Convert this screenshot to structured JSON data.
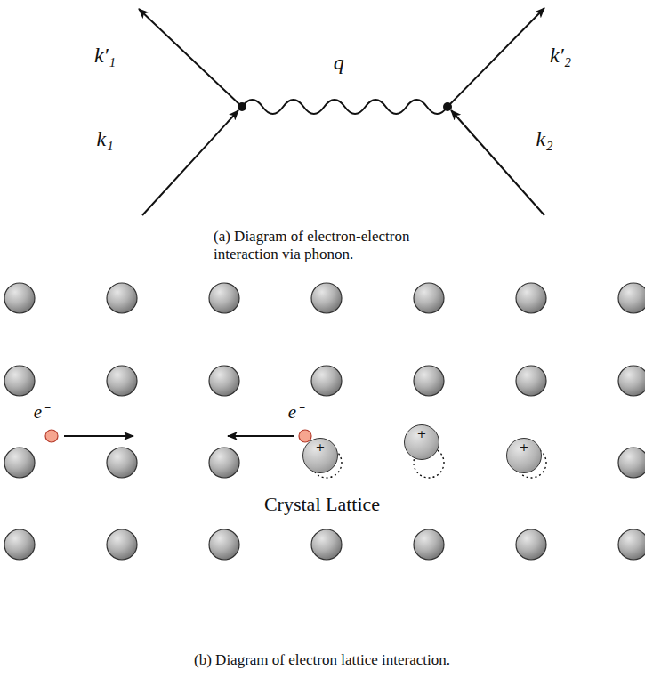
{
  "diagram": {
    "nodes": [
      {
        "text": [
          "+"
        ]
      },
      {
        "text": [
          "+"
        ]
      },
      {
        "text": [
          "+"
        ]
      }
    ],
    "labels": [
      "k′₁",
      "k₁",
      "q⃗",
      "k′₂",
      "k₂",
      "(a) Diagram of electron-electron interaction via phonon.",
      "e⁻",
      "e⁻",
      "Crystal Lattice",
      "(b) Diagram of electron lattice interaction."
    ]
  }
}
